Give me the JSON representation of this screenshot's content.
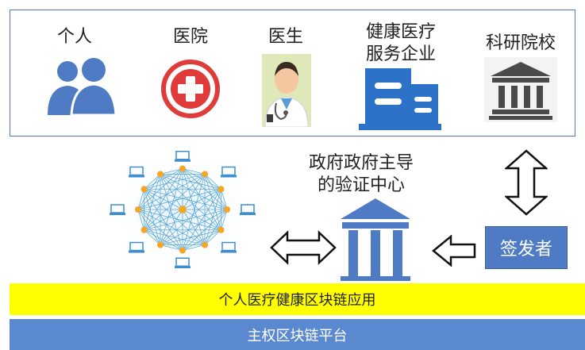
{
  "stakeholders": [
    {
      "label": "个人",
      "icon": "person-group-icon"
    },
    {
      "label": "医院",
      "icon": "hospital-cross-icon"
    },
    {
      "label": "医生",
      "icon": "doctor-icon"
    },
    {
      "label_line1": "健康医疗",
      "label_line2": "服务企业",
      "icon": "company-building-icon"
    },
    {
      "label": "科研院校",
      "icon": "university-icon"
    }
  ],
  "center": {
    "line1": "政府政府主导",
    "line2": "的验证中心",
    "icon": "government-building-icon"
  },
  "network": {
    "icon": "blockchain-network-icon"
  },
  "issuer": {
    "label": "签发者"
  },
  "bars": {
    "application": "个人医疗健康区块链应用",
    "platform": "主权区块链平台"
  },
  "colors": {
    "accent_blue": "#4f7bc4",
    "yellow": "#ffff00",
    "red": "#e03a3a"
  }
}
